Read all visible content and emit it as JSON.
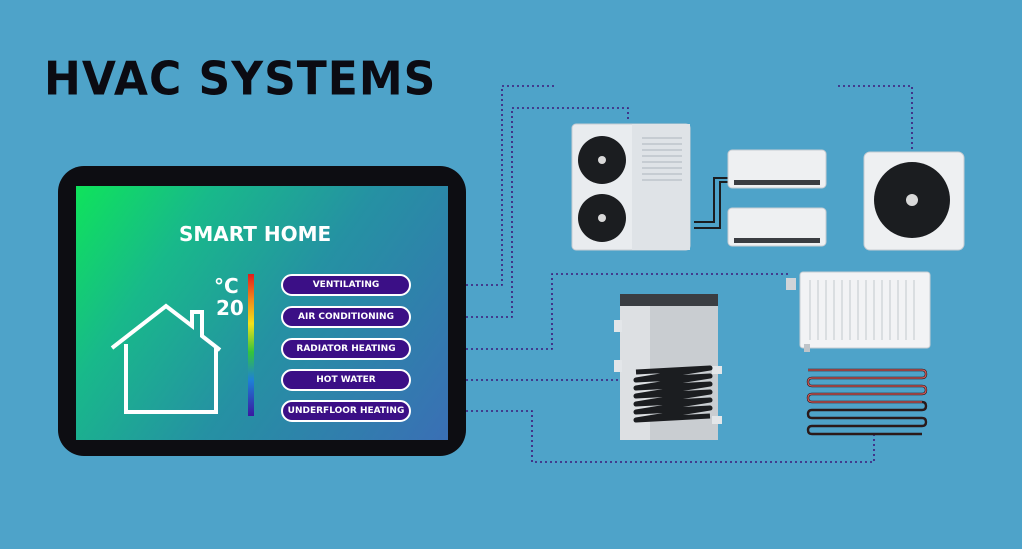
{
  "title": "HVAC SYSTEMS",
  "tablet": {
    "heading": "SMART HOME",
    "temperature_unit": "°C",
    "temperature_value": "20"
  },
  "menu": [
    {
      "label": "VENTILATING"
    },
    {
      "label": "AIR CONDITIONING"
    },
    {
      "label": "RADIATOR HEATING"
    },
    {
      "label": "HOT WATER"
    },
    {
      "label": "UNDERFLOOR HEATING"
    }
  ],
  "colors": {
    "background": "#4ea3c9",
    "title": "#0b0b12",
    "pill": "#3b0f86",
    "connector": "#3d1a7a"
  },
  "devices": [
    "outdoor-ac-unit-icon",
    "wall-split-unit-icon",
    "ventilation-fan-icon",
    "panel-radiator-icon",
    "hot-water-cylinder-icon",
    "underfloor-heating-coil-icon"
  ]
}
